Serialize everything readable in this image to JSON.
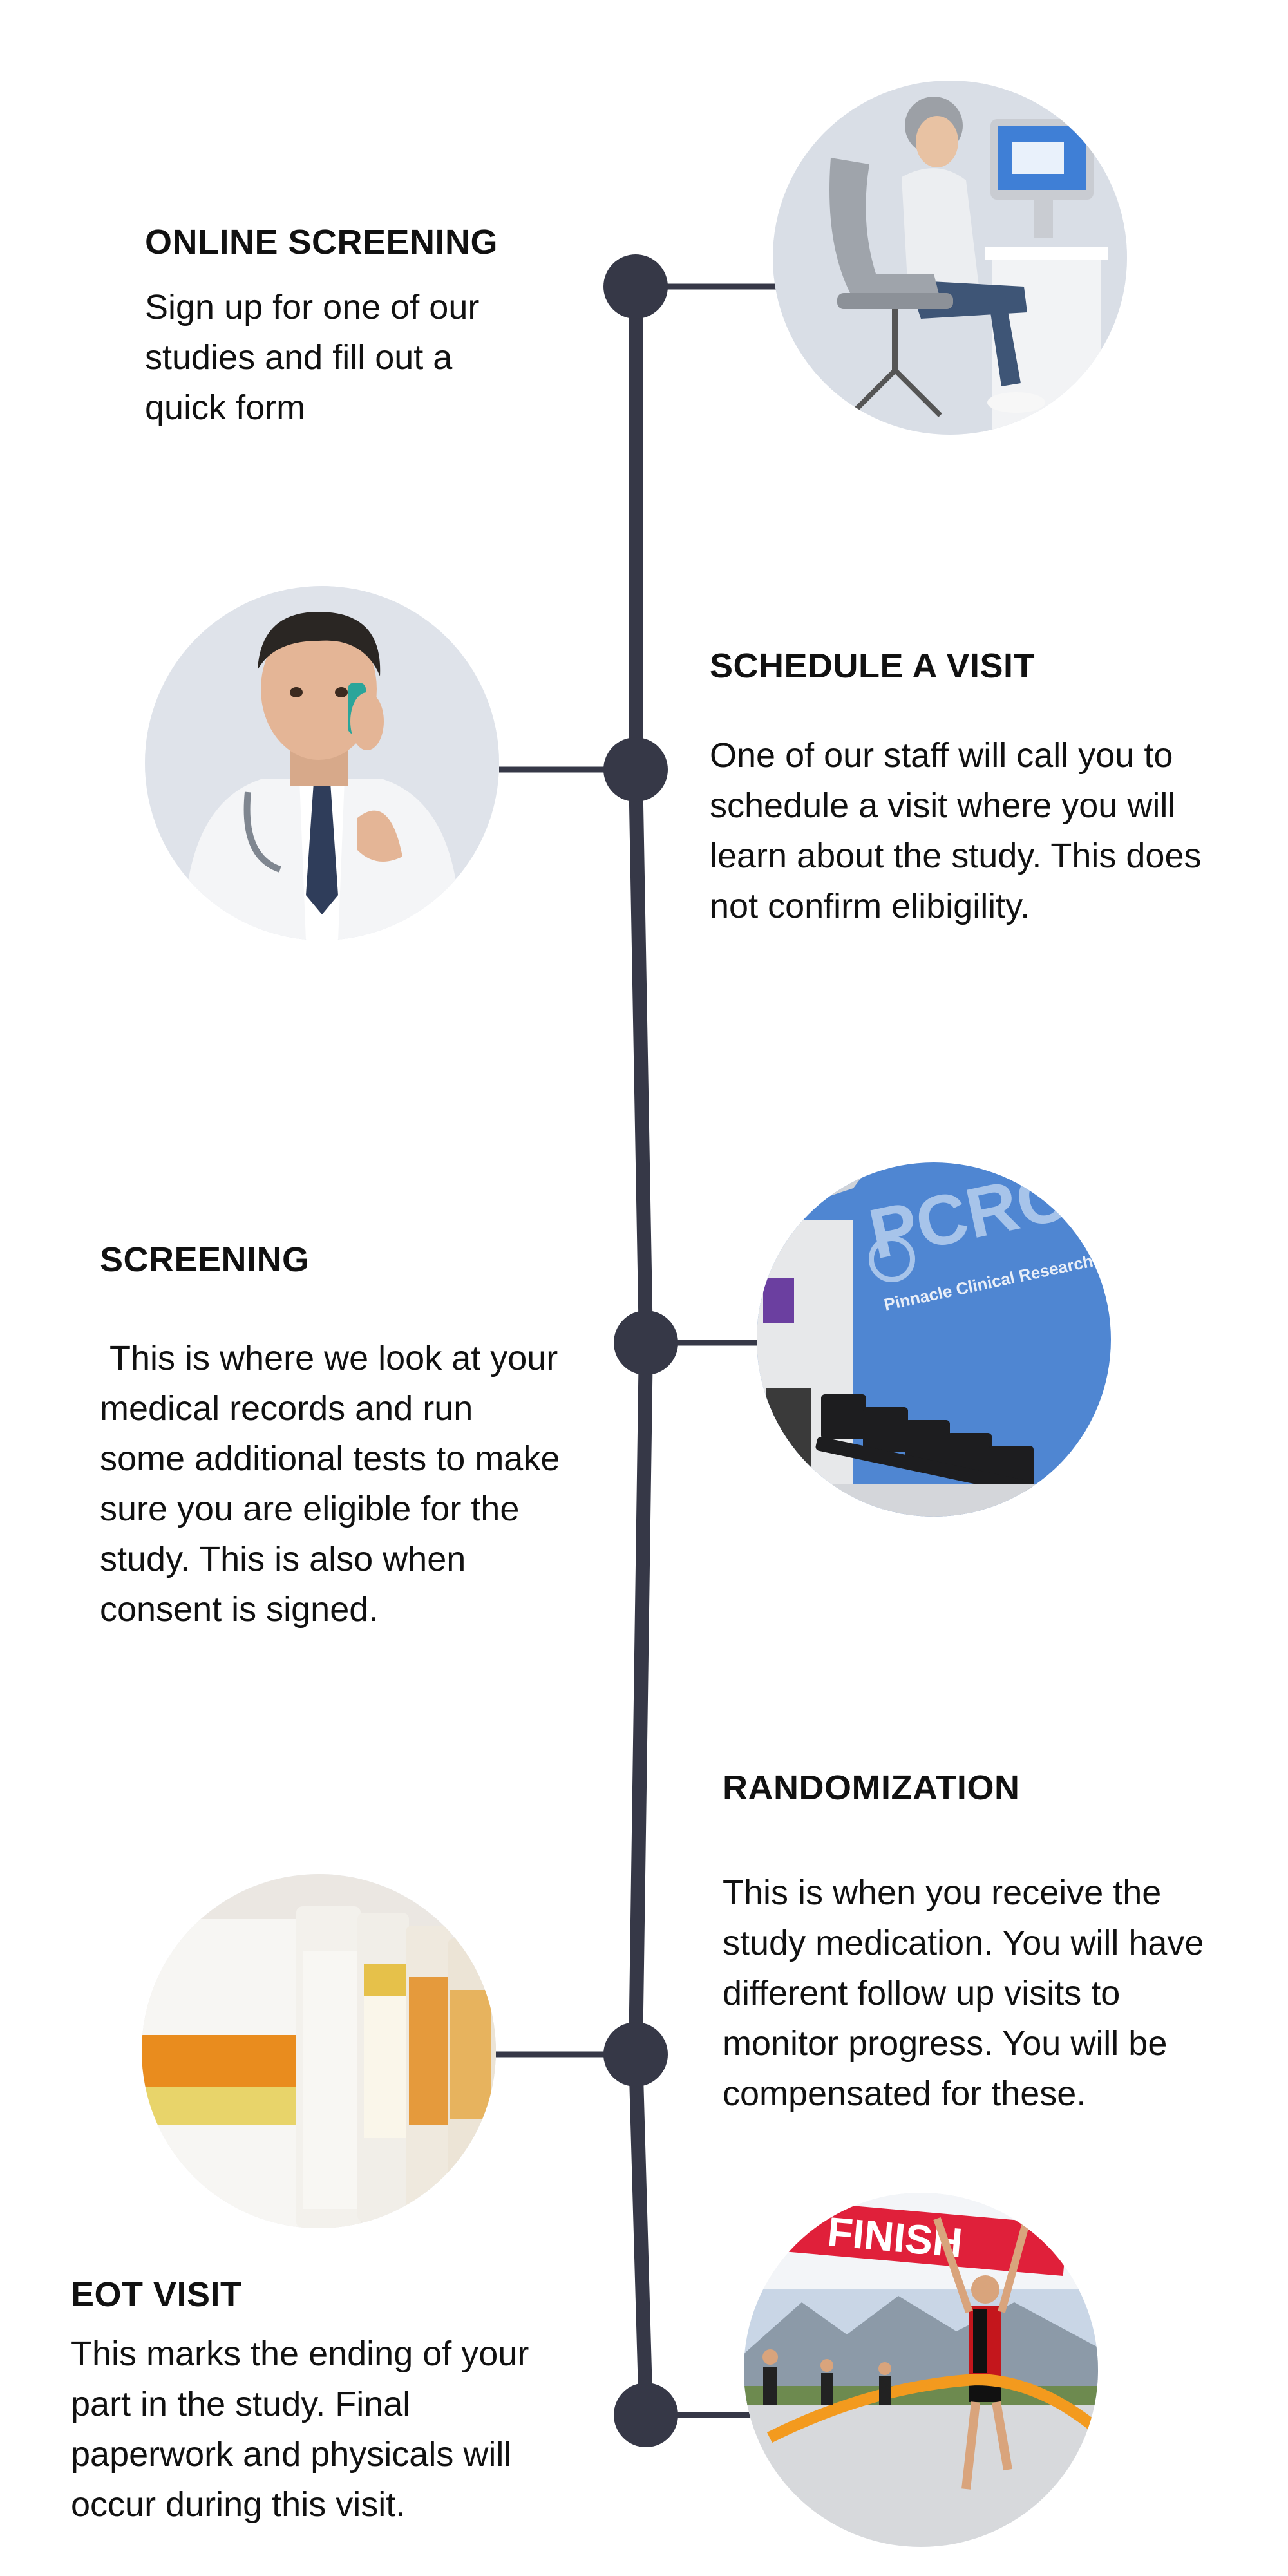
{
  "steps": [
    {
      "title": "ONLINE SCREENING",
      "description": "Sign up for one of our studies and fill out a quick form",
      "image_icon": "woman-at-computer-icon"
    },
    {
      "title": "SCHEDULE A VISIT",
      "description": "One of our staff will call you to schedule a visit where you will learn about the study. This does not confirm elibigility.",
      "image_icon": "doctor-on-phone-icon"
    },
    {
      "title": "SCREENING",
      "description": " This is where we look at your medical records and run some additional tests to make sure you are eligible for the study. This is also when consent is signed.",
      "image_icon": "clinic-waiting-room-icon",
      "image_sign_text": "PCRC",
      "image_sign_subtext": "Pinnacle Clinical Research Center"
    },
    {
      "title": "RANDOMIZATION",
      "description": "This is when you receive the study medication. You will have different follow up visits to monitor progress. You will be compensated for these.",
      "image_icon": "pill-bottles-icon"
    },
    {
      "title": "EOT VISIT",
      "description": "This marks the ending of your part in the study. Final paperwork and physicals will occur during this visit.",
      "image_icon": "finish-line-runners-icon",
      "image_banner_text": "FINISH"
    }
  ],
  "colors": {
    "timeline": "#363847",
    "text": "#111111",
    "background": "#ffffff"
  }
}
